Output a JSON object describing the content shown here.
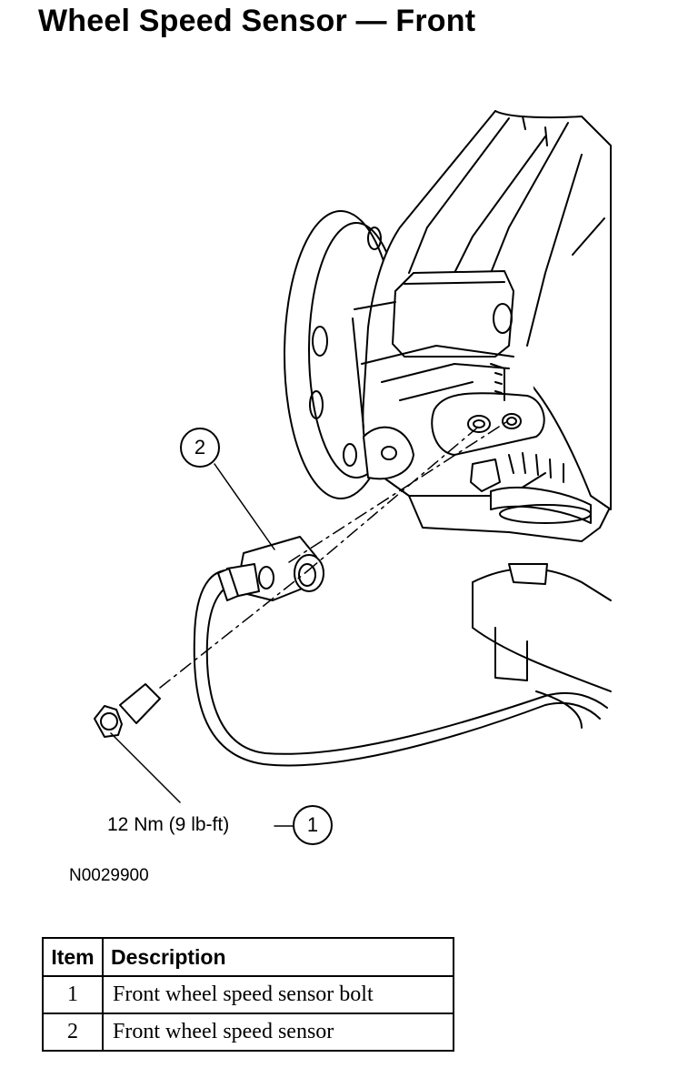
{
  "title": "Wheel Speed Sensor — Front",
  "figure_id": "N0029900",
  "callouts": [
    {
      "number": "1",
      "label": "12 Nm (9 lb-ft)"
    },
    {
      "number": "2",
      "label": ""
    }
  ],
  "table": {
    "headers": [
      "Item",
      "Description"
    ],
    "rows": [
      {
        "item": "1",
        "description": "Front wheel speed sensor bolt"
      },
      {
        "item": "2",
        "description": "Front wheel speed sensor"
      }
    ]
  },
  "colors": {
    "line": "#000000",
    "background": "#ffffff"
  }
}
